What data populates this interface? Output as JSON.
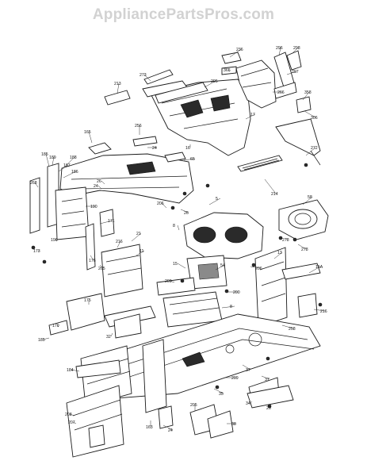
{
  "watermark": "AppliancePartsPros.com",
  "callouts": [
    {
      "id": "c-236",
      "label": "236"
    },
    {
      "id": "c-296",
      "label": "296"
    },
    {
      "id": "c-298",
      "label": "298"
    },
    {
      "id": "c-297",
      "label": "297"
    },
    {
      "id": "c-365",
      "label": "365"
    },
    {
      "id": "c-273",
      "label": "273"
    },
    {
      "id": "c-295",
      "label": "295"
    },
    {
      "id": "c-213",
      "label": "213"
    },
    {
      "id": "c-266",
      "label": "266"
    },
    {
      "id": "c-358",
      "label": "358"
    },
    {
      "id": "c-306",
      "label": "306"
    },
    {
      "id": "c-17",
      "label": "17"
    },
    {
      "id": "c-256",
      "label": "256"
    },
    {
      "id": "c-165",
      "label": "165"
    },
    {
      "id": "c-24a",
      "label": "24"
    },
    {
      "id": "c-16",
      "label": "16"
    },
    {
      "id": "c-272",
      "label": "272"
    },
    {
      "id": "c-185",
      "label": "185"
    },
    {
      "id": "c-189",
      "label": "189"
    },
    {
      "id": "c-188",
      "label": "188"
    },
    {
      "id": "c-187",
      "label": "187"
    },
    {
      "id": "c-186",
      "label": "186"
    },
    {
      "id": "c-268",
      "label": "268"
    },
    {
      "id": "c-24b",
      "label": "24"
    },
    {
      "id": "c-65",
      "label": "65"
    },
    {
      "id": "c-26a",
      "label": "26"
    },
    {
      "id": "c-214",
      "label": "214"
    },
    {
      "id": "c-58",
      "label": "58"
    },
    {
      "id": "c-190",
      "label": "190"
    },
    {
      "id": "c-5",
      "label": "5"
    },
    {
      "id": "c-206a",
      "label": "206"
    },
    {
      "id": "c-26b",
      "label": "26"
    },
    {
      "id": "c-8a",
      "label": "8"
    },
    {
      "id": "c-171",
      "label": "171"
    },
    {
      "id": "c-173",
      "label": "173"
    },
    {
      "id": "c-196",
      "label": "196"
    },
    {
      "id": "c-21",
      "label": "21"
    },
    {
      "id": "c-278a",
      "label": "278"
    },
    {
      "id": "c-278b",
      "label": "278"
    },
    {
      "id": "c-176",
      "label": "176"
    },
    {
      "id": "c-265",
      "label": "265"
    },
    {
      "id": "c-216a",
      "label": "216"
    },
    {
      "id": "c-11",
      "label": "11"
    },
    {
      "id": "c-13",
      "label": "13"
    },
    {
      "id": "c-206b",
      "label": "206"
    },
    {
      "id": "c-15",
      "label": "15"
    },
    {
      "id": "c-54",
      "label": "54"
    },
    {
      "id": "c-15a",
      "label": "15A"
    },
    {
      "id": "c-209",
      "label": "209"
    },
    {
      "id": "c-200",
      "label": "200"
    },
    {
      "id": "c-175",
      "label": "175"
    },
    {
      "id": "c-8b",
      "label": "8"
    },
    {
      "id": "c-216b",
      "label": "216"
    },
    {
      "id": "c-32",
      "label": "32"
    },
    {
      "id": "c-179",
      "label": "179"
    },
    {
      "id": "c-185b",
      "label": "185"
    },
    {
      "id": "c-258",
      "label": "258"
    },
    {
      "id": "c-184",
      "label": "184"
    },
    {
      "id": "c-37a",
      "label": "37"
    },
    {
      "id": "c-37b",
      "label": "37"
    },
    {
      "id": "c-35",
      "label": "35"
    },
    {
      "id": "c-209b",
      "label": "209"
    },
    {
      "id": "c-34",
      "label": "34"
    },
    {
      "id": "c-205",
      "label": "205"
    },
    {
      "id": "c-208",
      "label": "208"
    },
    {
      "id": "c-207",
      "label": "207"
    },
    {
      "id": "c-163",
      "label": "163"
    },
    {
      "id": "c-38",
      "label": "38"
    },
    {
      "id": "c-26c",
      "label": "26"
    },
    {
      "id": "c-24c",
      "label": "24"
    }
  ]
}
